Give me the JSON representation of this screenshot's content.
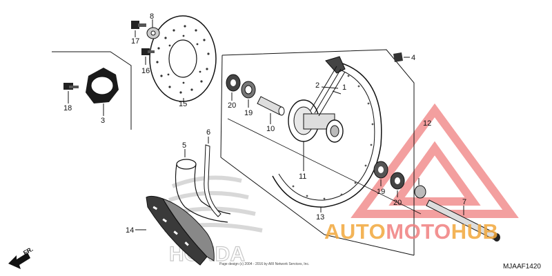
{
  "callouts": {
    "c1": "1",
    "c2": "2",
    "c3": "3",
    "c4": "4",
    "c5": "5",
    "c6": "6",
    "c7": "7",
    "c8": "8",
    "c10": "10",
    "c11": "11",
    "c12": "12",
    "c13": "13",
    "c14": "14",
    "c15": "15",
    "c16": "16",
    "c17": "17",
    "c18": "18",
    "c19a": "19",
    "c19b": "19",
    "c20a": "20",
    "c20b": "20"
  },
  "direction_label": "FR.",
  "diagram_code": "MJAAF1420",
  "copyright": "Page design (c) 2004 - 2016 by ARI Network Services, Inc.",
  "background_logo": "HONDA",
  "watermark": {
    "part1": "AUTO",
    "part2": "MOTO",
    "part3": "HUB",
    "color_orange": "#f2a83c",
    "color_red": "#f08080"
  }
}
